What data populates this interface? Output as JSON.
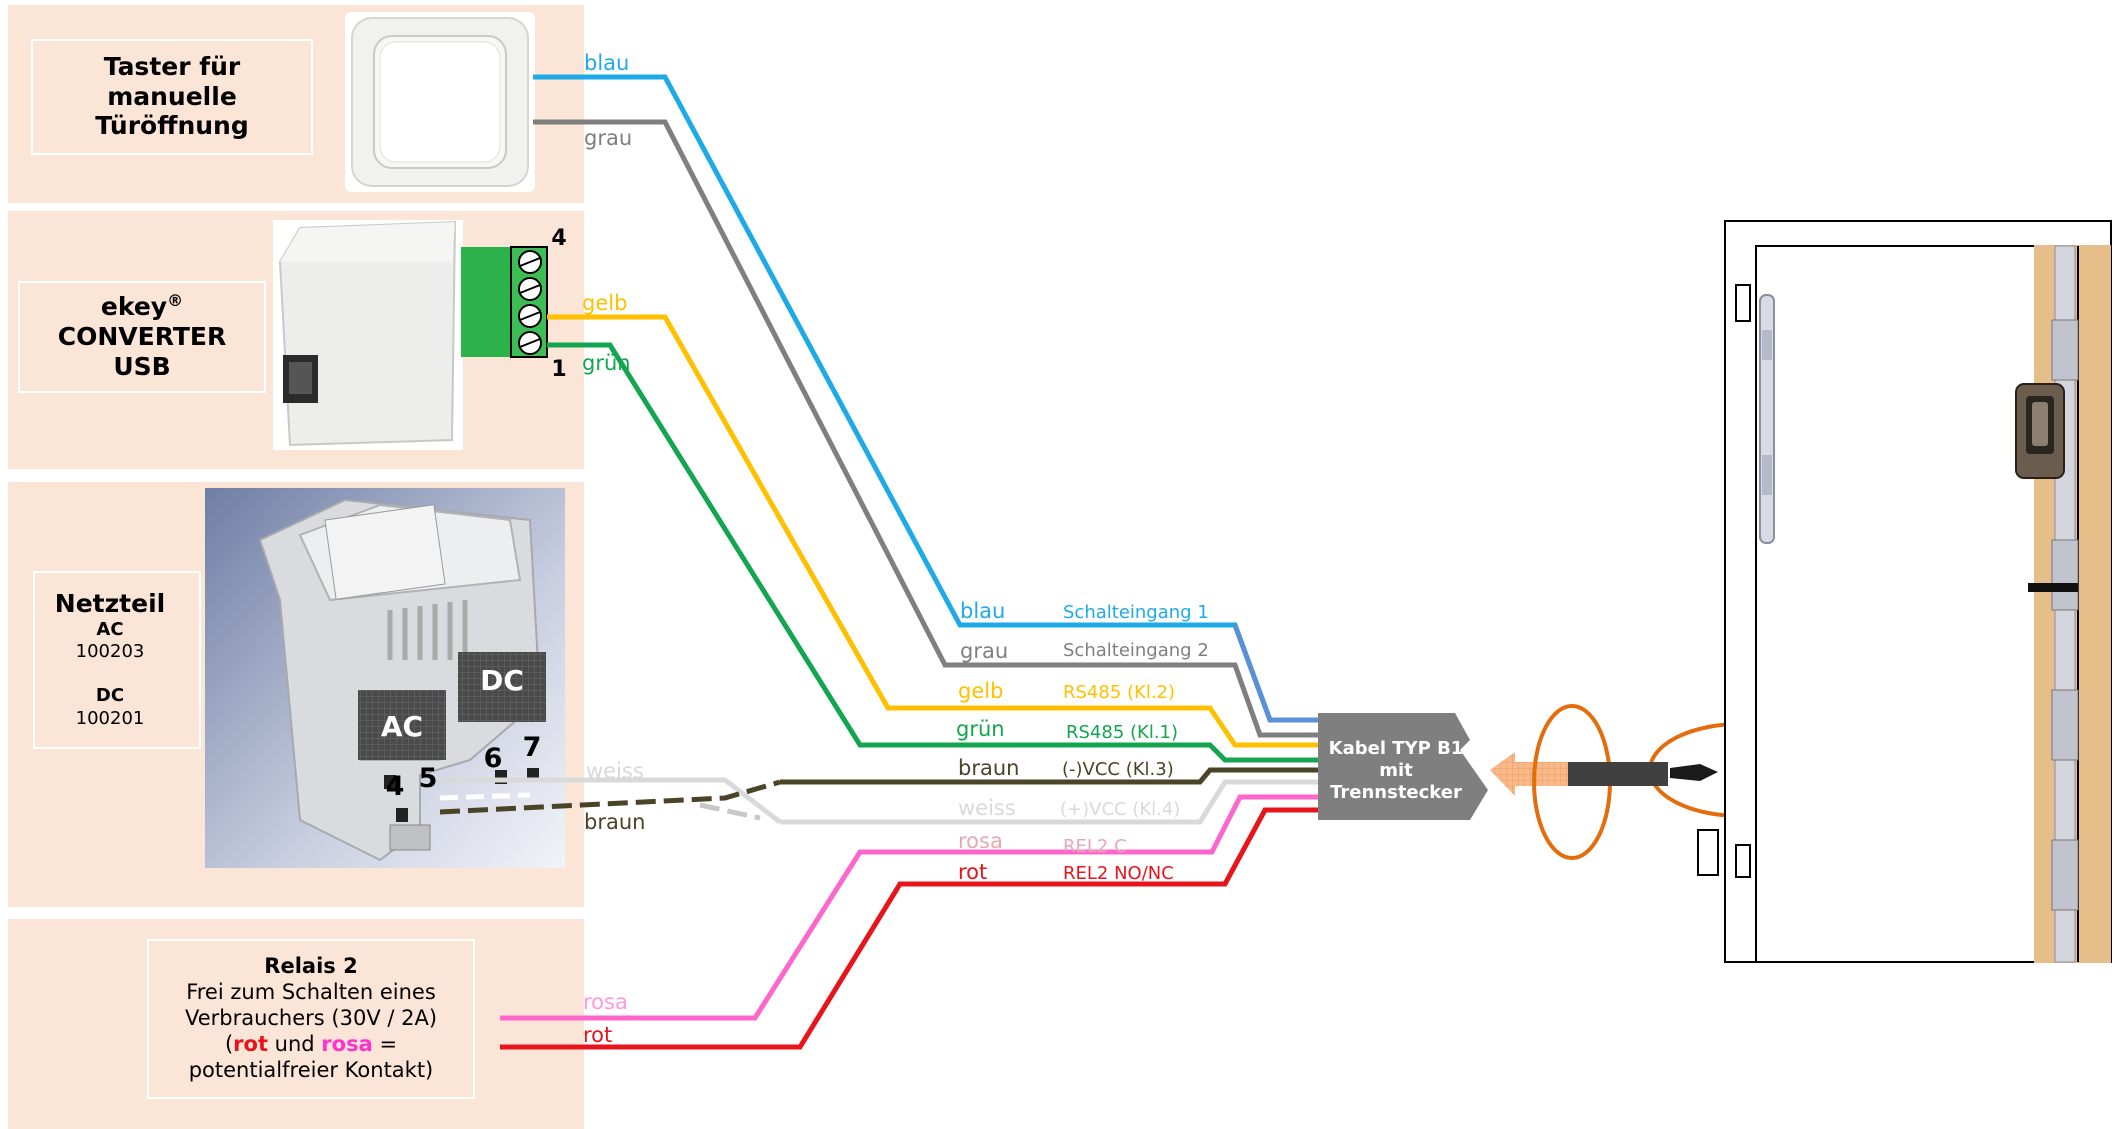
{
  "panels": {
    "taster": {
      "line1": "Taster für",
      "line2": "manuelle",
      "line3": "Türöffnung"
    },
    "converter": {
      "brand": "ekey",
      "reg": "®",
      "line2": "CONVERTER",
      "line3": "USB",
      "pin_top": "4",
      "pin_bottom": "1"
    },
    "netzteil": {
      "title": "Netzteil",
      "ac_label": "AC",
      "ac_number": "100203",
      "dc_label": "DC",
      "dc_number": "100201",
      "photo_ac": "AC",
      "photo_dc": "DC",
      "t4": "4",
      "t5": "5",
      "t6": "6",
      "t7": "7"
    },
    "relais": {
      "title": "Relais 2",
      "line1": "Frei zum Schalten eines",
      "line2": "Verbrauchers (30V / 2A)",
      "paren_open": "(",
      "rot": "rot",
      "und": " und ",
      "rosa": "rosa",
      "eq": " =",
      "line4": "potentialfreier Kontakt)"
    }
  },
  "wires_left": {
    "blau": "blau",
    "grau": "grau",
    "gelb": "gelb",
    "gruen": "grün",
    "weiss": "weiss",
    "braun": "braun",
    "rosa": "rosa",
    "rot": "rot"
  },
  "wires_right": [
    {
      "wire": "blau",
      "terminal": "Schalteingang 1"
    },
    {
      "wire": "grau",
      "terminal": "Schalteingang 2"
    },
    {
      "wire": "gelb",
      "terminal": "RS485 (Kl.2)"
    },
    {
      "wire": "grün",
      "terminal": "RS485 (Kl.1)"
    },
    {
      "wire": "braun",
      "terminal": "(-)VCC (Kl.3)"
    },
    {
      "wire": "weiss",
      "terminal": "(+)VCC (Kl.4)"
    },
    {
      "wire": "rosa",
      "terminal": "REL2 C"
    },
    {
      "wire": "rot",
      "terminal": "REL2 NO/NC"
    }
  ],
  "cable": {
    "line1": "Kabel TYP B1",
    "line2": "mit",
    "line3": "Trennstecker"
  },
  "colors": {
    "blau": "#1eaae7",
    "grau": "#7f7f7f",
    "gelb": "#ffc000",
    "gruen": "#13a550",
    "braun": "#4a4328",
    "weiss": "#d9d9d9",
    "rosa": "#ff66cc",
    "rot": "#e8141c",
    "panel": "#fbe5d6",
    "orange": "#e46c0a",
    "door_wood": "#e6be8a"
  }
}
